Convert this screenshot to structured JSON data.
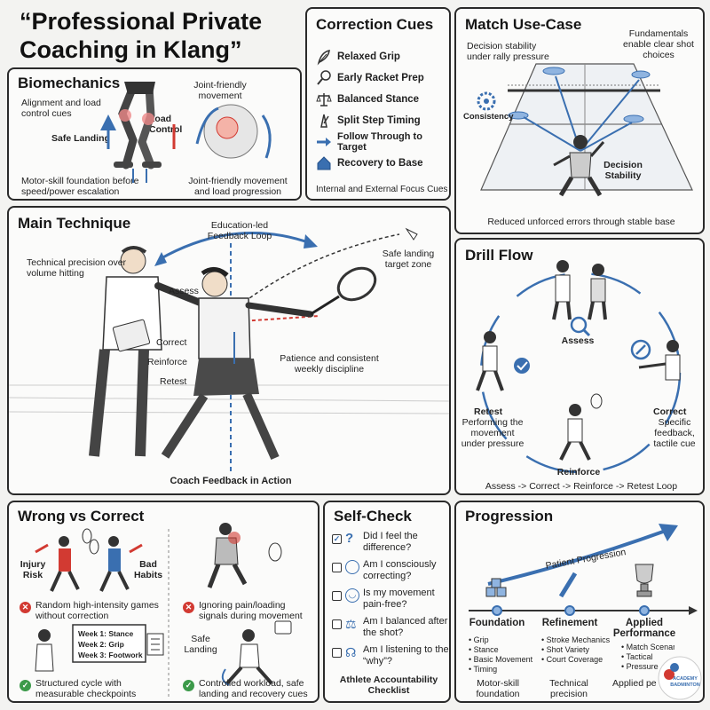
{
  "title": "“Professional Private Coaching in Klang”",
  "biomechanics": {
    "title": "Biomechanics",
    "alignment": "Alignment and load control cues",
    "joint_friendly": "Joint-friendly movement",
    "load_control": "Load Control",
    "safe_landing": "Safe Landing",
    "motor_skill": "Motor-skill foundation before speed/power escalation",
    "joint_progression": "Joint-friendly movement and load progression"
  },
  "correction_cues": {
    "title": "Correction Cues",
    "items": [
      {
        "label": "Relaxed Grip",
        "icon": "feather-icon"
      },
      {
        "label": "Early Racket Prep",
        "icon": "racket-icon"
      },
      {
        "label": "Balanced Stance",
        "icon": "balance-scale-icon"
      },
      {
        "label": "Split Step Timing",
        "icon": "metronome-icon"
      },
      {
        "label": "Follow Through to Target",
        "icon": "arrow-right-icon"
      },
      {
        "label": "Recovery to Base",
        "icon": "home-icon"
      }
    ],
    "footer": "Internal and External Focus Cues"
  },
  "match_use_case": {
    "title": "Match Use-Case",
    "decision_stability": "Decision stability under rally pressure",
    "fundamentals": "Fundamentals enable clear shot choices",
    "consistency": "Consistency",
    "decision_label": "Decision Stability",
    "footer": "Reduced unforced errors through stable base"
  },
  "main_technique": {
    "title": "Main Technique",
    "feedback_loop": "Education-led Feedback Loop",
    "technical_precision": "Technical precision over volume hitting",
    "safe_landing_zone": "Safe landing target zone",
    "assess": "Assess",
    "correct": "Correct",
    "reinforce": "Reinforce",
    "retest": "Retest",
    "patience": "Patience and consistent weekly discipline",
    "caption": "Coach Feedback in Action"
  },
  "drill_flow": {
    "title": "Drill Flow",
    "assess": "Assess",
    "correct": "Correct",
    "correct_desc": "Specific feedback, tactile cue",
    "reinforce": "Reinforce",
    "retest": "Retest",
    "retest_desc": "Performing the movement under pressure",
    "loop": "Assess -> Correct -> Reinforce -> Retest Loop"
  },
  "wrong_vs_correct": {
    "title": "Wrong vs Correct",
    "injury_risk": "Injury Risk",
    "bad_habits": "Bad Habits",
    "wrong1": "Random high-intensity games without correction",
    "week1": "Week 1: Stance",
    "week2": "Week 2: Grip",
    "week3": "Week 3: Footwork",
    "correct1": "Structured cycle with measurable checkpoints",
    "wrong2": "Ignoring pain/loading signals during movement",
    "safe_landing": "Safe Landing",
    "correct2": "Controlled workload, safe landing and recovery cues"
  },
  "self_check": {
    "title": "Self-Check",
    "items": [
      {
        "label": "Did I feel the difference?",
        "checked": true
      },
      {
        "label": "Am I consciously correcting?",
        "checked": false
      },
      {
        "label": "Is my movement pain-free?",
        "checked": false
      },
      {
        "label": "Am I balanced after the shot?",
        "checked": false
      },
      {
        "label": "Am I listening to the “why”?",
        "checked": false
      }
    ],
    "footer": "Athlete Accountability Checklist"
  },
  "progression": {
    "title": "Progression",
    "arrow_label": "Patient Progression",
    "stages": [
      {
        "name": "Foundation",
        "bullets": [
          "Grip",
          "Stance",
          "Basic Movement",
          "Timing"
        ],
        "footer": "Motor-skill foundation"
      },
      {
        "name": "Refinement",
        "bullets": [
          "Stroke Mechanics",
          "Shot Variety",
          "Court Coverage"
        ],
        "footer": "Technical precision"
      },
      {
        "name": "Applied Performance",
        "bullets": [
          "Match Scenarios",
          "Tactical",
          "Pressure"
        ],
        "footer": "Applied performance"
      }
    ],
    "logo_text": "ACADEMY BADMINTON"
  },
  "colors": {
    "accent_blue": "#3a6fb0",
    "red": "#d23a32",
    "green": "#3c9a4a",
    "border": "#2a2a2a"
  }
}
